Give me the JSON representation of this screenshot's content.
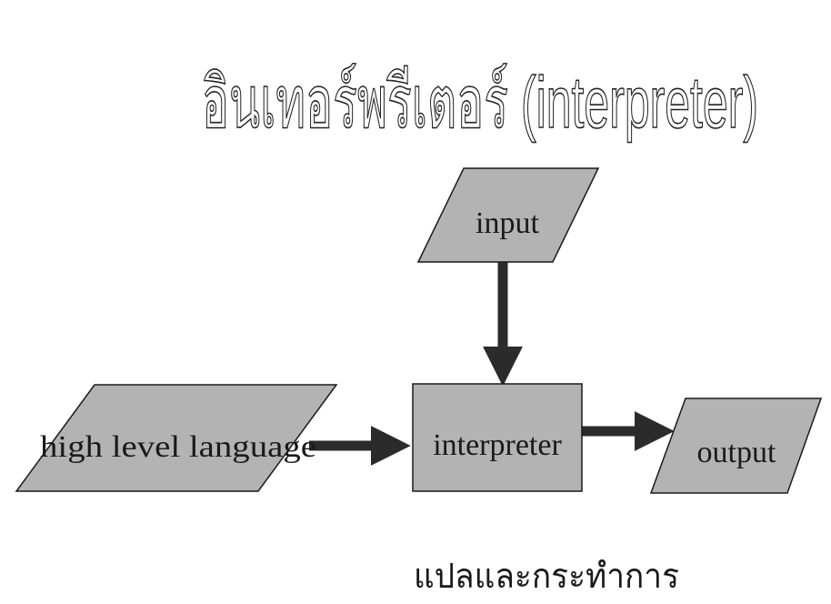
{
  "title": "อินเทอร์พรีเตอร์ (interpreter)",
  "colors": {
    "shape_fill": "#b3b3b3",
    "arrow": "#2b2b2b",
    "text": "#1a1a1a"
  },
  "nodes": {
    "input": {
      "label": "input",
      "shape": "parallelogram"
    },
    "source": {
      "label": "high level language",
      "shape": "parallelogram"
    },
    "interpreter": {
      "label": "interpreter",
      "shape": "rectangle"
    },
    "output": {
      "label": "output",
      "shape": "parallelogram"
    }
  },
  "edges": [
    {
      "from": "input",
      "to": "interpreter"
    },
    {
      "from": "source",
      "to": "interpreter"
    },
    {
      "from": "interpreter",
      "to": "output"
    }
  ],
  "caption": "แปลและกระทำการ"
}
